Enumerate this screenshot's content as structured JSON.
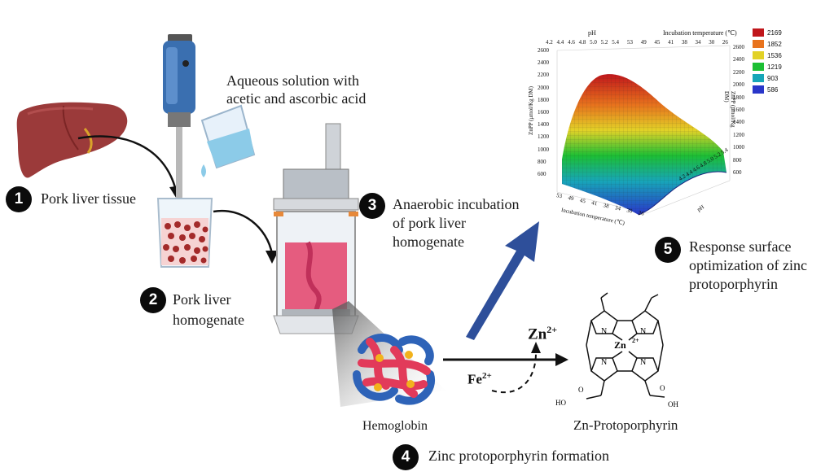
{
  "steps": [
    {
      "number": "1",
      "label": "Pork liver tissue"
    },
    {
      "number": "2",
      "label_line1": "Pork liver",
      "label_line2": "homogenate"
    },
    {
      "number": "3",
      "label_line1": "Anaerobic incubation",
      "label_line2": "of pork liver",
      "label_line3": "homogenate"
    },
    {
      "number": "4",
      "label": "Zinc protoporphyrin formation"
    },
    {
      "number": "5",
      "label_line1": "Response surface",
      "label_line2": "optimization of zinc",
      "label_line3": "protoporphyrin"
    }
  ],
  "solution_label_line1": "Aqueous solution with",
  "solution_label_line2": "acetic and ascorbic acid",
  "hemoglobin_label": "Hemoglobin",
  "product_label": "Zn-Protoporphyrin",
  "ion_zn": "Zn",
  "ion_fe": "Fe",
  "ion_charge": "2+",
  "ion_center": "Zn",
  "molecule_atoms": {
    "n": "N",
    "o": "O",
    "oh": "HO",
    "oh2": "OH"
  },
  "surface_plot": {
    "axis_ph_top": "pH",
    "axis_temp_top": "Incubation temperature (℃)",
    "axis_z_left": "ZnPP (μmol/Kg DM)",
    "axis_z_right": "ZnPP (μmol/Kg DM)",
    "axis_temp_bottom": "Incubation temperature (℃)",
    "axis_ph_bottom": "pH",
    "ph_ticks_top": [
      "4.2",
      "4.4",
      "4.6",
      "4.8",
      "5.0",
      "5.2",
      "5.4"
    ],
    "temp_ticks_top": [
      "53",
      "49",
      "45",
      "41",
      "38",
      "34",
      "30",
      "26"
    ],
    "z_ticks": [
      "2600",
      "2400",
      "2200",
      "2000",
      "1800",
      "1600",
      "1400",
      "1200",
      "1000",
      "800",
      "600"
    ],
    "temp_ticks_bottom": [
      "53",
      "49",
      "45",
      "41",
      "38",
      "34",
      "30",
      "26"
    ],
    "ph_ticks_bottom": [
      "4.2",
      "4.4",
      "4.6",
      "4.8",
      "5.0",
      "5.2",
      "5.4"
    ],
    "legend": [
      {
        "value": "2169",
        "color": "#c0161b"
      },
      {
        "value": "1852",
        "color": "#e8731d"
      },
      {
        "value": "1536",
        "color": "#e2d227"
      },
      {
        "value": "1219",
        "color": "#1cbf34"
      },
      {
        "value": "903",
        "color": "#17a6b8"
      },
      {
        "value": "586",
        "color": "#2936c9"
      }
    ]
  },
  "colors": {
    "badge": "#0b0b0b",
    "arrow_blue": "#2e4f9a",
    "liver": "#9b3a3a",
    "homogenate": "#e0426a"
  }
}
